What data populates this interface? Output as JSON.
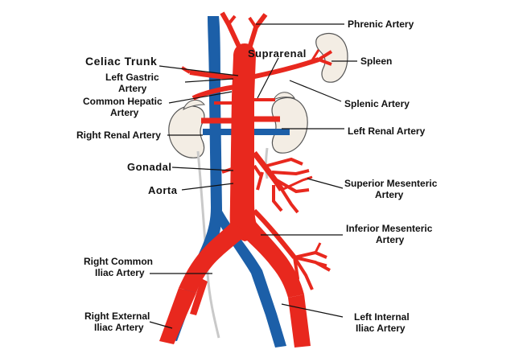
{
  "diagram": {
    "colors": {
      "artery": "#e8281e",
      "vein": "#1c5fa8",
      "kidney": "#f3ede4",
      "organ_outline": "#555555",
      "ureter": "#c9c9c9",
      "label_text": "#111111"
    },
    "labels": {
      "phrenic_artery": "Phrenic Artery",
      "suprarenal": "Suprarenal",
      "spleen": "Spleen",
      "celiac_trunk": "Celiac Trunk",
      "left_gastric_artery_1": "Left Gastric",
      "left_gastric_artery_2": "Artery",
      "common_hepatic_artery_1": "Common Hepatic",
      "common_hepatic_artery_2": "Artery",
      "splenic_artery": "Splenic Artery",
      "right_renal_artery": "Right Renal Artery",
      "left_renal_artery": "Left Renal Artery",
      "gonadal": "Gonadal",
      "superior_mesenteric_artery_1": "Superior Mesenteric",
      "superior_mesenteric_artery_2": "Artery",
      "aorta": "Aorta",
      "inferior_mesenteric_artery_1": "Inferior Mesenteric",
      "inferior_mesenteric_artery_2": "Artery",
      "right_common_iliac_artery_1": "Right Common",
      "right_common_iliac_artery_2": "Iliac Artery",
      "right_external_iliac_artery_1": "Right External",
      "right_external_iliac_artery_2": "Iliac Artery",
      "left_internal_iliac_artery_1": "Left Internal",
      "left_internal_iliac_artery_2": "Iliac Artery"
    }
  }
}
